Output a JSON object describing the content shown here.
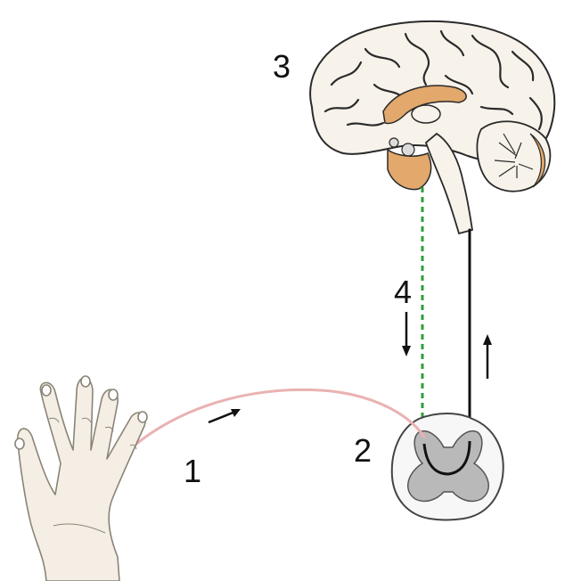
{
  "labels": {
    "one": "1",
    "two": "2",
    "three": "3",
    "four": "4"
  },
  "colors": {
    "skin": "#f4eee4",
    "skin_outline": "#8a8478",
    "brain_fill": "#f7f2ea",
    "brain_outline": "#2a2a2a",
    "orange": "#e2a86c",
    "afferent_nerve": "#eab2b2",
    "ascending_tract": "#111111",
    "descending_tract": "#2e9e3a",
    "gray_matter": "#b9b9b9",
    "white_matter": "#f7f7f7"
  },
  "icons": {
    "hand": "hand-icon",
    "brain": "brain-icon",
    "spinal_cord": "spinal-cord-cross-section-icon"
  }
}
